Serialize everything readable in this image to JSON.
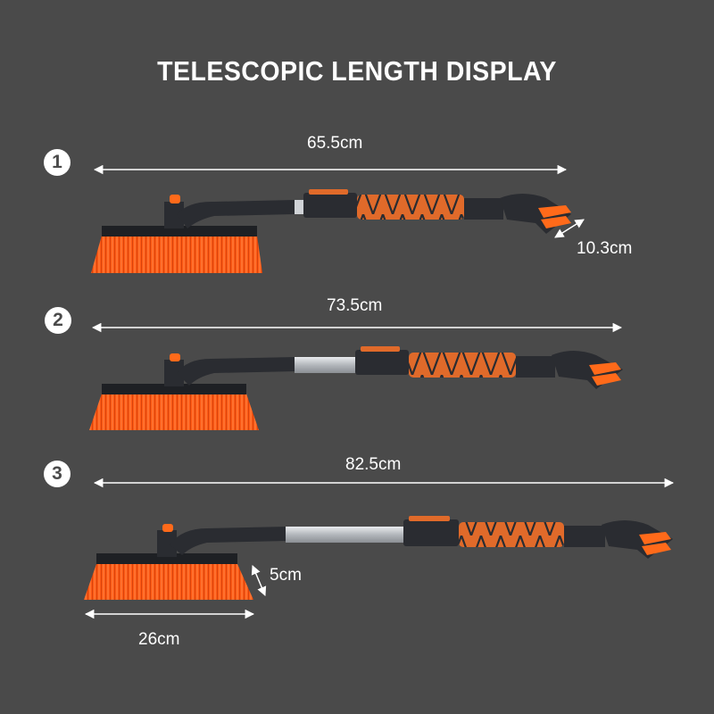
{
  "title": "TELESCOPIC LENGTH DISPLAY",
  "colors": {
    "background": "#4a4a4a",
    "bristles": "#ff5a14",
    "grip": "#e06a2a",
    "body": "#2a2c31",
    "pole": "#c9ccd0"
  },
  "steps": [
    {
      "number": "1",
      "length_label": "65.5cm",
      "scraper_label": "10.3cm"
    },
    {
      "number": "2",
      "length_label": "73.5cm"
    },
    {
      "number": "3",
      "length_label": "82.5cm",
      "brush_height_label": "5cm",
      "brush_width_label": "26cm"
    }
  ]
}
